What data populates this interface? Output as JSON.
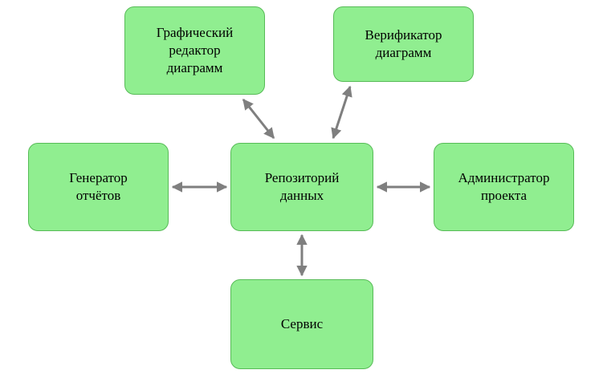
{
  "colors": {
    "node_fill": "#90EE90",
    "node_border": "#57BB57",
    "arrow": "#7F7F7F",
    "text": "#000000",
    "background": "#FFFFFF"
  },
  "nodes": [
    {
      "id": "graphic-editor",
      "label": "Графический\nредактор\nдиаграмм"
    },
    {
      "id": "verifier",
      "label": "Верификатор\nдиаграмм"
    },
    {
      "id": "report-generator",
      "label": "Генератор\nотчётов"
    },
    {
      "id": "repository",
      "label": "Репозиторий\nданных"
    },
    {
      "id": "project-admin",
      "label": "Администратор\nпроекта"
    },
    {
      "id": "service",
      "label": "Сервис"
    }
  ],
  "edges": [
    {
      "from": "graphic-editor",
      "to": "repository",
      "direction": "bidirectional"
    },
    {
      "from": "verifier",
      "to": "repository",
      "direction": "bidirectional"
    },
    {
      "from": "report-generator",
      "to": "repository",
      "direction": "bidirectional"
    },
    {
      "from": "project-admin",
      "to": "repository",
      "direction": "bidirectional"
    },
    {
      "from": "service",
      "to": "repository",
      "direction": "bidirectional"
    }
  ]
}
